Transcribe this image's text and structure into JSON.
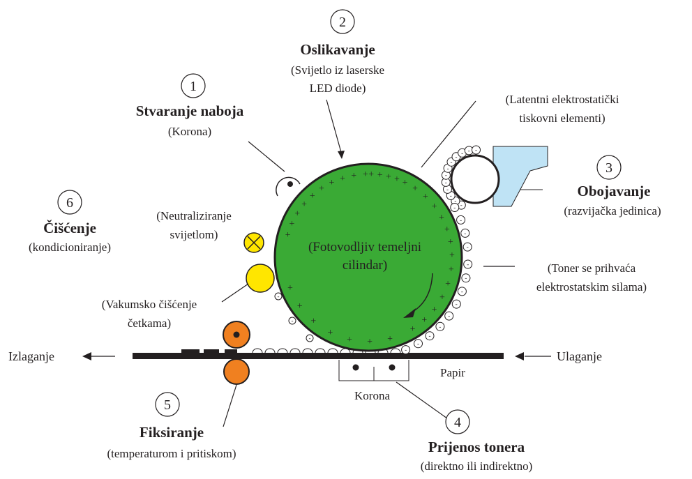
{
  "steps": [
    {
      "number": "1",
      "title": "Stvaranje naboja",
      "subtitle": "(Korona)"
    },
    {
      "number": "2",
      "title": "Oslikavanje",
      "subtitle_line1": "(Svijetlo iz laserske",
      "subtitle_line2": "LED diode)"
    },
    {
      "number": "3",
      "title": "Obojavanje",
      "subtitle": "(razvijačka jedinica)"
    },
    {
      "number": "4",
      "title": "Prijenos tonera",
      "subtitle": "(direktno ili indirektno)"
    },
    {
      "number": "5",
      "title": "Fiksiranje",
      "subtitle": "(temperaturom i pritiskom)"
    },
    {
      "number": "6",
      "title": "Čišćenje",
      "subtitle": "(kondicioniranje)"
    }
  ],
  "annotations": {
    "latent_line1": "(Latentni elektrostatički",
    "latent_line2": "tiskovni elementi)",
    "neutral_line1": "(Neutraliziranje",
    "neutral_line2": "svijetlom)",
    "drum_line1": "(Fotovodljiv temeljni",
    "drum_line2": "cilindar)",
    "toner_line1": "(Toner se prihvaća",
    "toner_line2": "elektrostatskim silama)",
    "vacuum_line1": "(Vakumsko čišćenje",
    "vacuum_line2": "četkama)",
    "output": "Izlaganje",
    "input": "Ulaganje",
    "paper": "Papir",
    "corona": "Korona"
  },
  "charges": {
    "plus": "+",
    "minus": "-"
  },
  "colors": {
    "drum": "#3aaa35",
    "toner_cartridge": "#bfe3f5",
    "neutralizer_lamp": "#ffe600",
    "cleaning_brush": "#ffe600",
    "fuser_roller": "#f08020",
    "line": "#231f20"
  }
}
